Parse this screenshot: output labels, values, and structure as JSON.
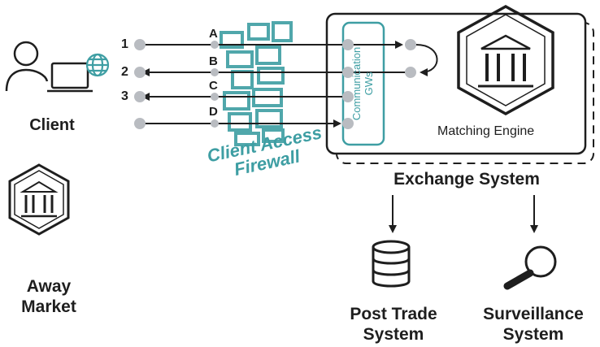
{
  "client": {
    "label": "Client"
  },
  "away_market": {
    "label_line1": "Away",
    "label_line2": "Market"
  },
  "flows": [
    {
      "number": "1",
      "letter": "A"
    },
    {
      "number": "2",
      "letter": "B"
    },
    {
      "number": "3",
      "letter": "C"
    },
    {
      "number": "",
      "letter": "D"
    }
  ],
  "firewall": {
    "line1": "Client Access",
    "line2": "Firewall"
  },
  "gateway": {
    "line1": "Communication",
    "line2": "GWs"
  },
  "matching_engine": {
    "label": "Matching Engine"
  },
  "exchange_system": {
    "label": "Exchange System"
  },
  "post_trade": {
    "line1": "Post Trade",
    "line2": "System"
  },
  "surveillance": {
    "line1": "Surveillance",
    "line2": "System"
  },
  "colors": {
    "teal": "#3e9ea3",
    "dark": "#1e1e1e",
    "node": "#b9bcc1"
  },
  "icons": [
    "person-icon",
    "laptop-icon",
    "globe-icon",
    "bank-icon",
    "database-icon",
    "magnifier-icon"
  ]
}
